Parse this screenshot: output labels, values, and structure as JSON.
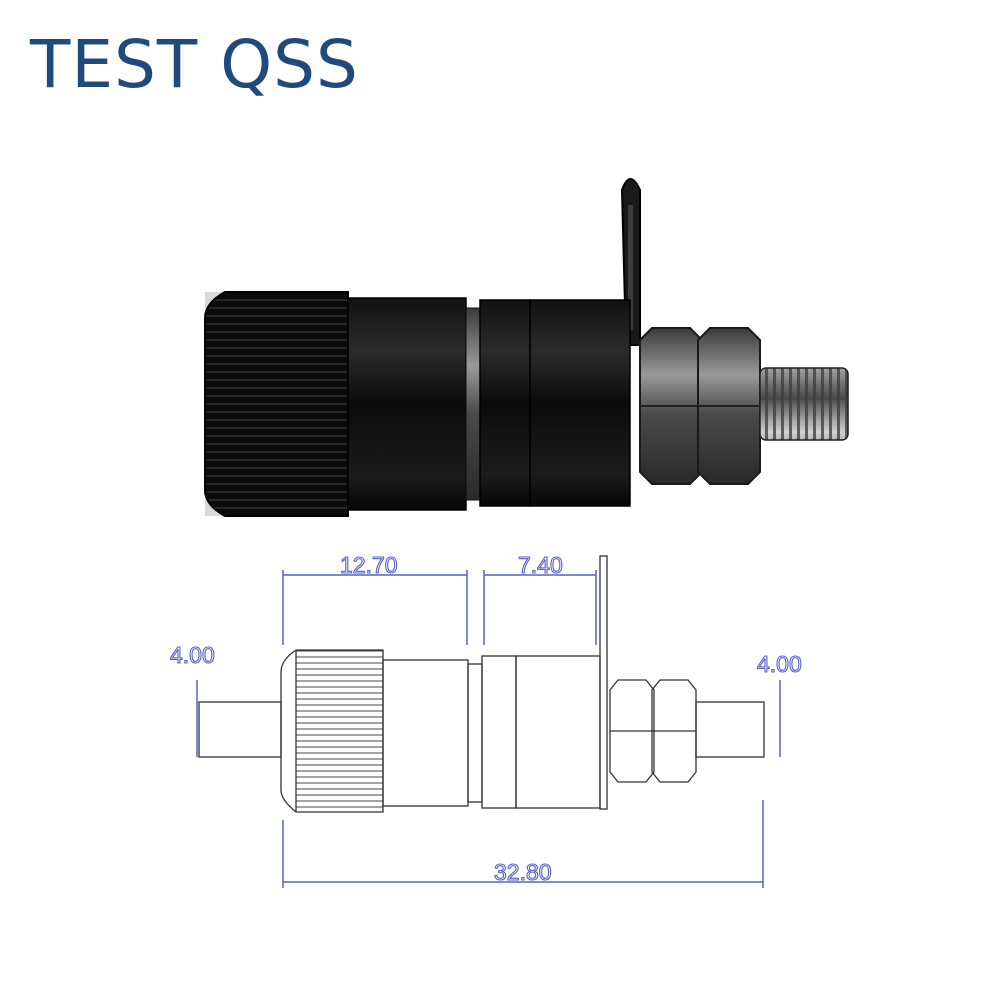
{
  "brand": {
    "title": "TEST QSS"
  },
  "colors": {
    "brand": "#1f4a7c",
    "dimension": "#5563c4",
    "outline": "#333333"
  },
  "drawing": {
    "dimensions": {
      "knob_width": "12.70",
      "collar_width": "7.40",
      "left_pin_diameter": "4.00",
      "right_thread_diameter": "4.00",
      "overall_length": "32.80"
    }
  }
}
